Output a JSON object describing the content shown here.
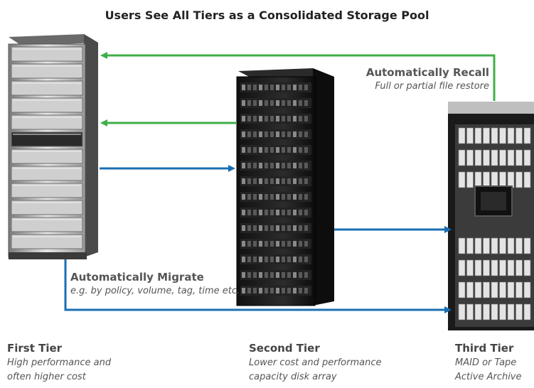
{
  "title": "Users See All Tiers as a Consolidated Storage Pool",
  "recall": {
    "heading": "Automatically Recall",
    "sub": "Full or partial file restore"
  },
  "migrate": {
    "heading": "Automatically Migrate",
    "sub": "e.g. by policy, volume, tag, time etc."
  },
  "tiers": [
    {
      "name": "First Tier",
      "desc1": "High performance and",
      "desc2": "often higher cost"
    },
    {
      "name": "Second Tier",
      "desc1": "Lower cost and performance",
      "desc2": "capacity disk array"
    },
    {
      "name": "Third Tier",
      "desc1": "MAID or Tape",
      "desc2": "Active Archive"
    }
  ],
  "colors": {
    "recall_arrow": "#3fae49",
    "migrate_arrow": "#1a6fb3",
    "server_dark": "#1c1c1c"
  }
}
